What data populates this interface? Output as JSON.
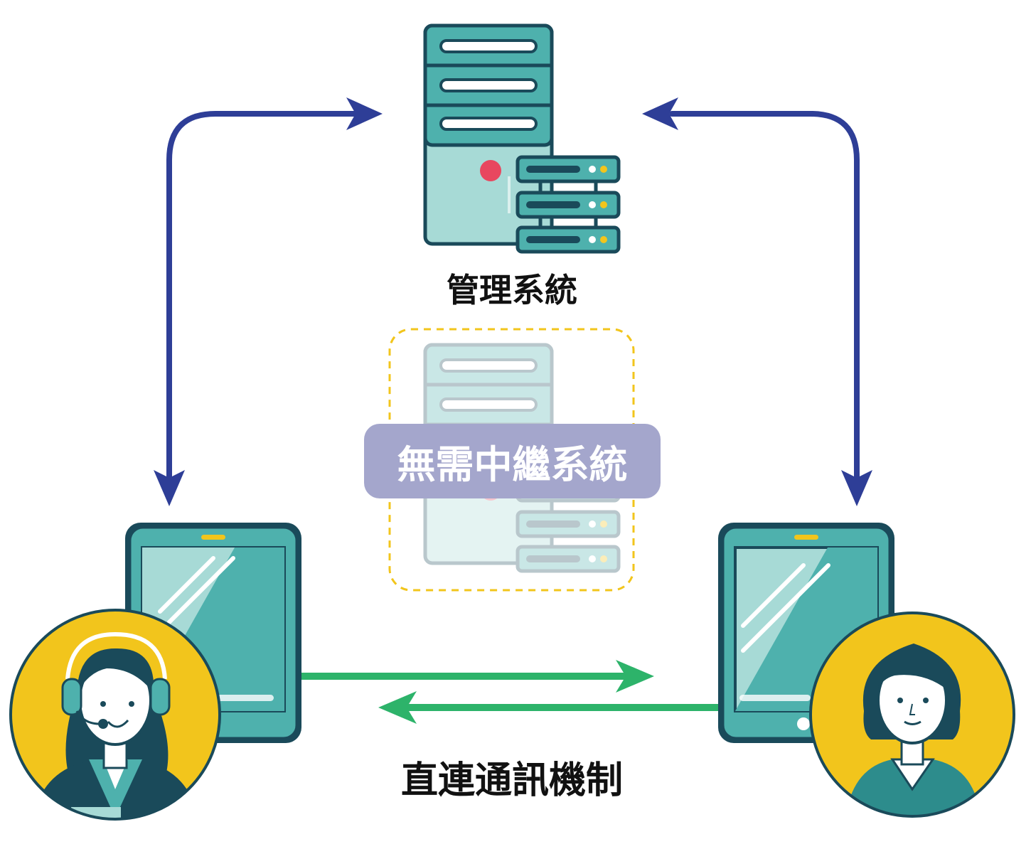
{
  "labels": {
    "management_system": "管理系統",
    "no_relay_system": "無需中繼系統",
    "direct_communication": "直連通訊機制"
  },
  "colors": {
    "server_frame": "#1a4a5a",
    "server_teal": "#4eb1ad",
    "server_light": "#a7dad6",
    "server_red_dot": "#e8475f",
    "status_yellow": "#f2c51c",
    "blue_arrow": "#2e3e97",
    "green_arrow": "#2db36a",
    "avatar_yellow": "#f2c51c",
    "relay_badge": "#a4a6cc",
    "dashed_border": "#f2c51c"
  },
  "icons": [
    "management-server-icon",
    "relay-server-icon",
    "tablet-left-icon",
    "tablet-right-icon",
    "agent-avatar-icon",
    "user-avatar-icon"
  ]
}
